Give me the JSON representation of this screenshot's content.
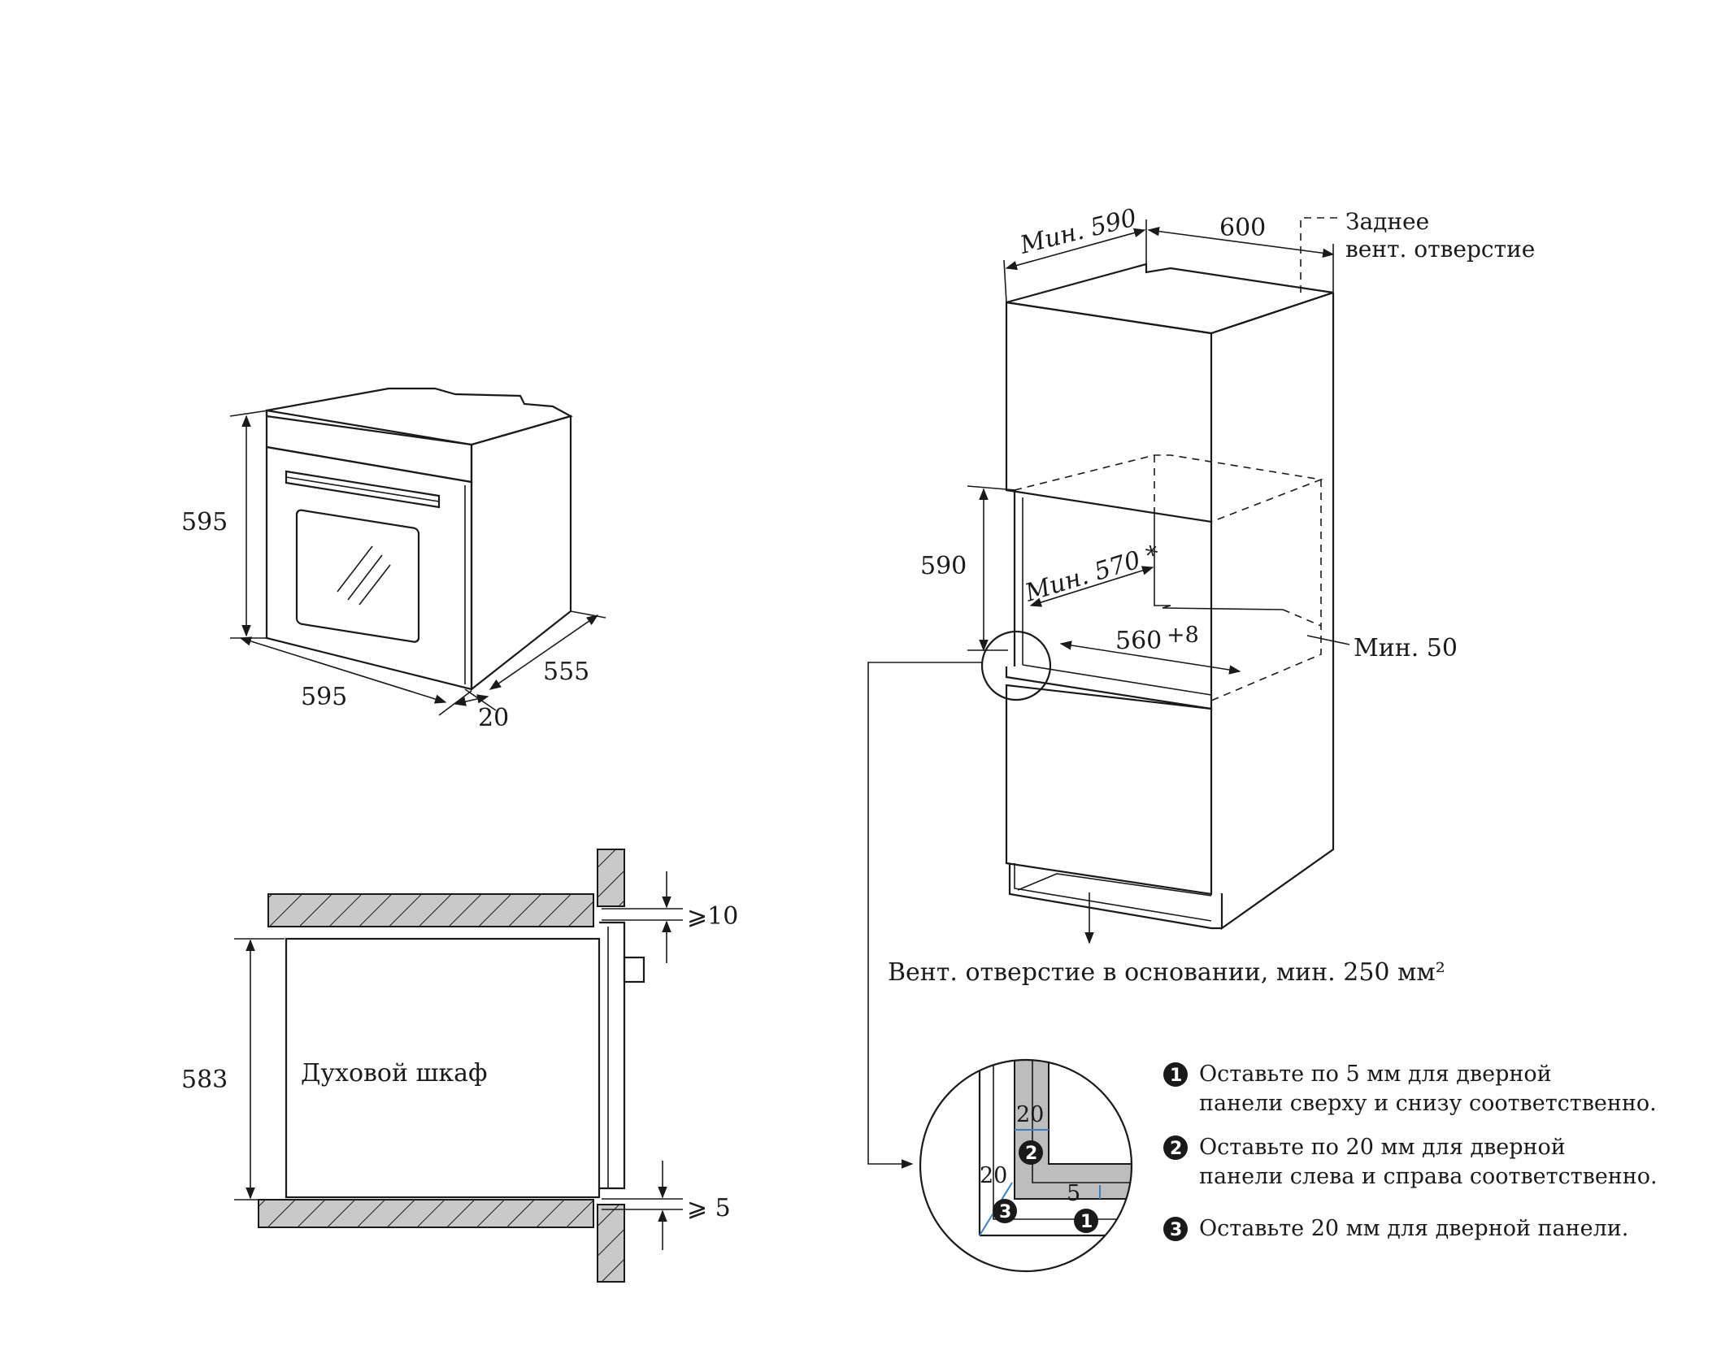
{
  "oven_dims": {
    "height": "595",
    "width": "595",
    "depth": "555",
    "front_thickness": "20"
  },
  "column_dims": {
    "min_depth": "Мин. 590",
    "width": "600",
    "rear_vent_line1": "Заднее",
    "rear_vent_line2": "вент. отверстие",
    "niche_height": "590",
    "min_niche_depth": "Мин. 570 *",
    "niche_width": "560",
    "niche_width_tol": "+8",
    "min_gap": "Мин. 50",
    "base_vent": "Вент. отверстие в основании, мин. 250 мм²"
  },
  "section": {
    "height": "583",
    "label": "Духовой шкаф",
    "top_gap": "⩾10",
    "bottom_gap": "⩾ 5"
  },
  "detail": {
    "dim_top": "20",
    "dim_side": "20",
    "dim_bottom": "5"
  },
  "notes": [
    {
      "marker": "1",
      "line1": "Оставьте по 5 мм для дверной",
      "line2": "панели сверху и снизу соответственно."
    },
    {
      "marker": "2",
      "line1": "Оставьте по 20 мм для дверной",
      "line2": "панели слева и справа соответственно."
    },
    {
      "marker": "3",
      "line1": "Оставьте 20 мм для дверной панели.",
      "line2": ""
    }
  ],
  "colors": {
    "ink": "#1a1a1a",
    "hatch_fill": "#c9c9c9",
    "detail_fill": "#bdbdbd",
    "accent": "#3a7fbf"
  }
}
